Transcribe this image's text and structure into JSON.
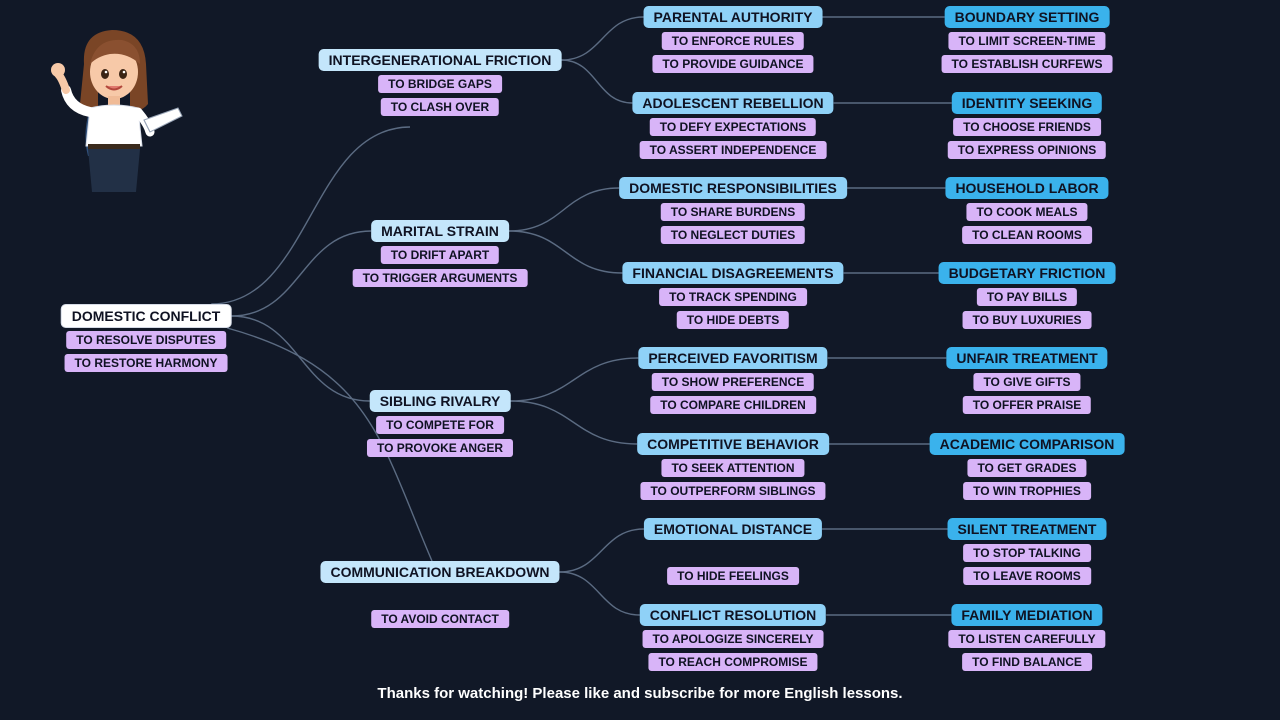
{
  "footer": "Thanks for watching! Please like and subscribe for more English lessons.",
  "root": {
    "label": "DOMESTIC CONFLICT",
    "verbs": [
      "TO RESOLVE DISPUTES",
      "TO RESTORE HARMONY"
    ]
  },
  "branches": [
    {
      "label": "INTERGENERATIONAL FRICTION",
      "verbs": [
        "TO BRIDGE GAPS",
        "TO CLASH OVER"
      ],
      "children": [
        {
          "label": "PARENTAL AUTHORITY",
          "verbs": [
            "TO ENFORCE RULES",
            "TO PROVIDE GUIDANCE"
          ],
          "leaf": {
            "label": "BOUNDARY SETTING",
            "verbs": [
              "TO LIMIT SCREEN-TIME",
              "TO ESTABLISH CURFEWS"
            ]
          }
        },
        {
          "label": "ADOLESCENT REBELLION",
          "verbs": [
            "TO DEFY EXPECTATIONS",
            "TO ASSERT INDEPENDENCE"
          ],
          "leaf": {
            "label": "IDENTITY SEEKING",
            "verbs": [
              "TO CHOOSE FRIENDS",
              "TO EXPRESS OPINIONS"
            ]
          }
        }
      ]
    },
    {
      "label": "MARITAL STRAIN",
      "verbs": [
        "TO DRIFT APART",
        "TO TRIGGER ARGUMENTS"
      ],
      "children": [
        {
          "label": "DOMESTIC RESPONSIBILITIES",
          "verbs": [
            "TO SHARE BURDENS",
            "TO NEGLECT DUTIES"
          ],
          "leaf": {
            "label": "HOUSEHOLD LABOR",
            "verbs": [
              "TO COOK MEALS",
              "TO CLEAN ROOMS"
            ]
          }
        },
        {
          "label": "FINANCIAL DISAGREEMENTS",
          "verbs": [
            "TO TRACK SPENDING",
            "TO HIDE DEBTS"
          ],
          "leaf": {
            "label": "BUDGETARY FRICTION",
            "verbs": [
              "TO PAY BILLS",
              "TO BUY LUXURIES"
            ]
          }
        }
      ]
    },
    {
      "label": "SIBLING RIVALRY",
      "verbs": [
        "TO COMPETE FOR",
        "TO PROVOKE ANGER"
      ],
      "children": [
        {
          "label": "PERCEIVED FAVORITISM",
          "verbs": [
            "TO SHOW PREFERENCE",
            "TO COMPARE CHILDREN"
          ],
          "leaf": {
            "label": "UNFAIR TREATMENT",
            "verbs": [
              "TO GIVE GIFTS",
              "TO OFFER PRAISE"
            ]
          }
        },
        {
          "label": "COMPETITIVE BEHAVIOR",
          "verbs": [
            "TO SEEK ATTENTION",
            "TO OUTPERFORM SIBLINGS"
          ],
          "leaf": {
            "label": "ACADEMIC COMPARISON",
            "verbs": [
              "TO GET GRADES",
              "TO WIN TROPHIES"
            ]
          }
        }
      ]
    },
    {
      "label": "COMMUNICATION BREAKDOWN",
      "verbs": [
        "",
        "TO AVOID CONTACT"
      ],
      "children": [
        {
          "label": "EMOTIONAL DISTANCE",
          "verbs": [
            "",
            "TO HIDE FEELINGS"
          ],
          "leaf": {
            "label": "SILENT TREATMENT",
            "verbs": [
              "TO STOP TALKING",
              "TO LEAVE ROOMS"
            ]
          }
        },
        {
          "label": "CONFLICT RESOLUTION",
          "verbs": [
            "TO APOLOGIZE SINCERELY",
            "TO REACH COMPROMISE"
          ],
          "leaf": {
            "label": "FAMILY MEDIATION",
            "verbs": [
              "TO LISTEN CAREFULLY",
              "TO FIND BALANCE"
            ]
          }
        }
      ]
    }
  ]
}
